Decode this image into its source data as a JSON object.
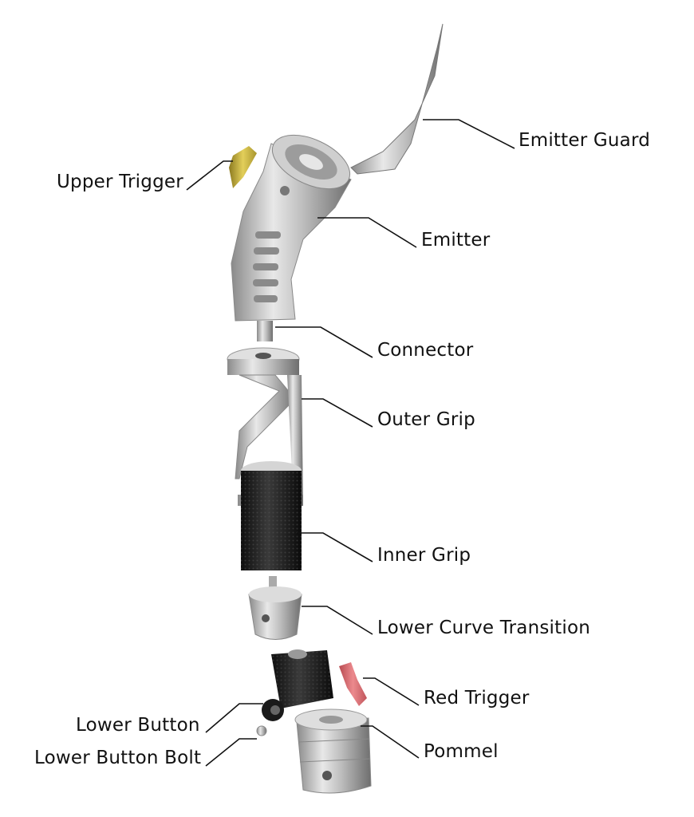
{
  "title": "Lightsaber hilt exploded view",
  "labels": {
    "emitter_guard": "Emitter Guard",
    "upper_trigger": "Upper Trigger",
    "emitter": "Emitter",
    "connector": "Connector",
    "outer_grip": "Outer Grip",
    "inner_grip": "Inner Grip",
    "lower_curve_transition": "Lower Curve Transition",
    "red_trigger": "Red Trigger",
    "lower_button": "Lower Button",
    "lower_button_bolt": "Lower Button Bolt",
    "pommel": "Pommel"
  },
  "colors": {
    "metal_light": "#e4e4e4",
    "metal_dark": "#7a7a7a",
    "gold": "#c8b23a",
    "red": "#d9646a",
    "knurl": "#1c1c1c"
  }
}
